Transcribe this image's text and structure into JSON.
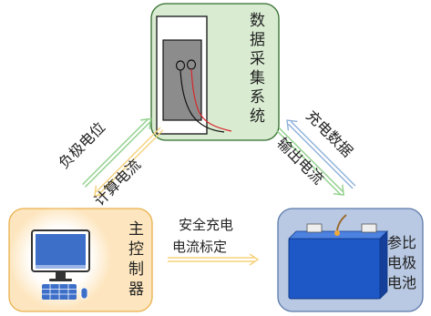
{
  "data_acquisition": {
    "label": "数据采集系统"
  },
  "main_controller": {
    "label": "主控制器"
  },
  "battery": {
    "label_line1": "参比",
    "label_line2": "电极",
    "label_line3": "电池"
  },
  "links": {
    "left_outgoing": "负极电位",
    "left_incoming": "计算电流",
    "right_outgoing": "充电数据",
    "right_incoming": "输出电流",
    "bottom_line1": "安全充电",
    "bottom_line2": "电流标定"
  },
  "colors": {
    "green_box_fill": "#d9ecd2",
    "green_box_stroke": "#2f6b2a",
    "orange_box_fill": "#fde6bf",
    "orange_box_stroke": "#e9b04a",
    "blue_box_fill": "#b9c9e3",
    "blue_box_stroke": "#5b79aa",
    "arrow_green": "#8fd08a",
    "arrow_yellow": "#f5d27a",
    "arrow_blue": "#8eb0d8",
    "battery_blue": "#1e57c6",
    "monitor_blue": "#3d6fc9"
  },
  "icons": [
    "data-acquisition-device-icon",
    "computer-icon",
    "battery-icon"
  ]
}
